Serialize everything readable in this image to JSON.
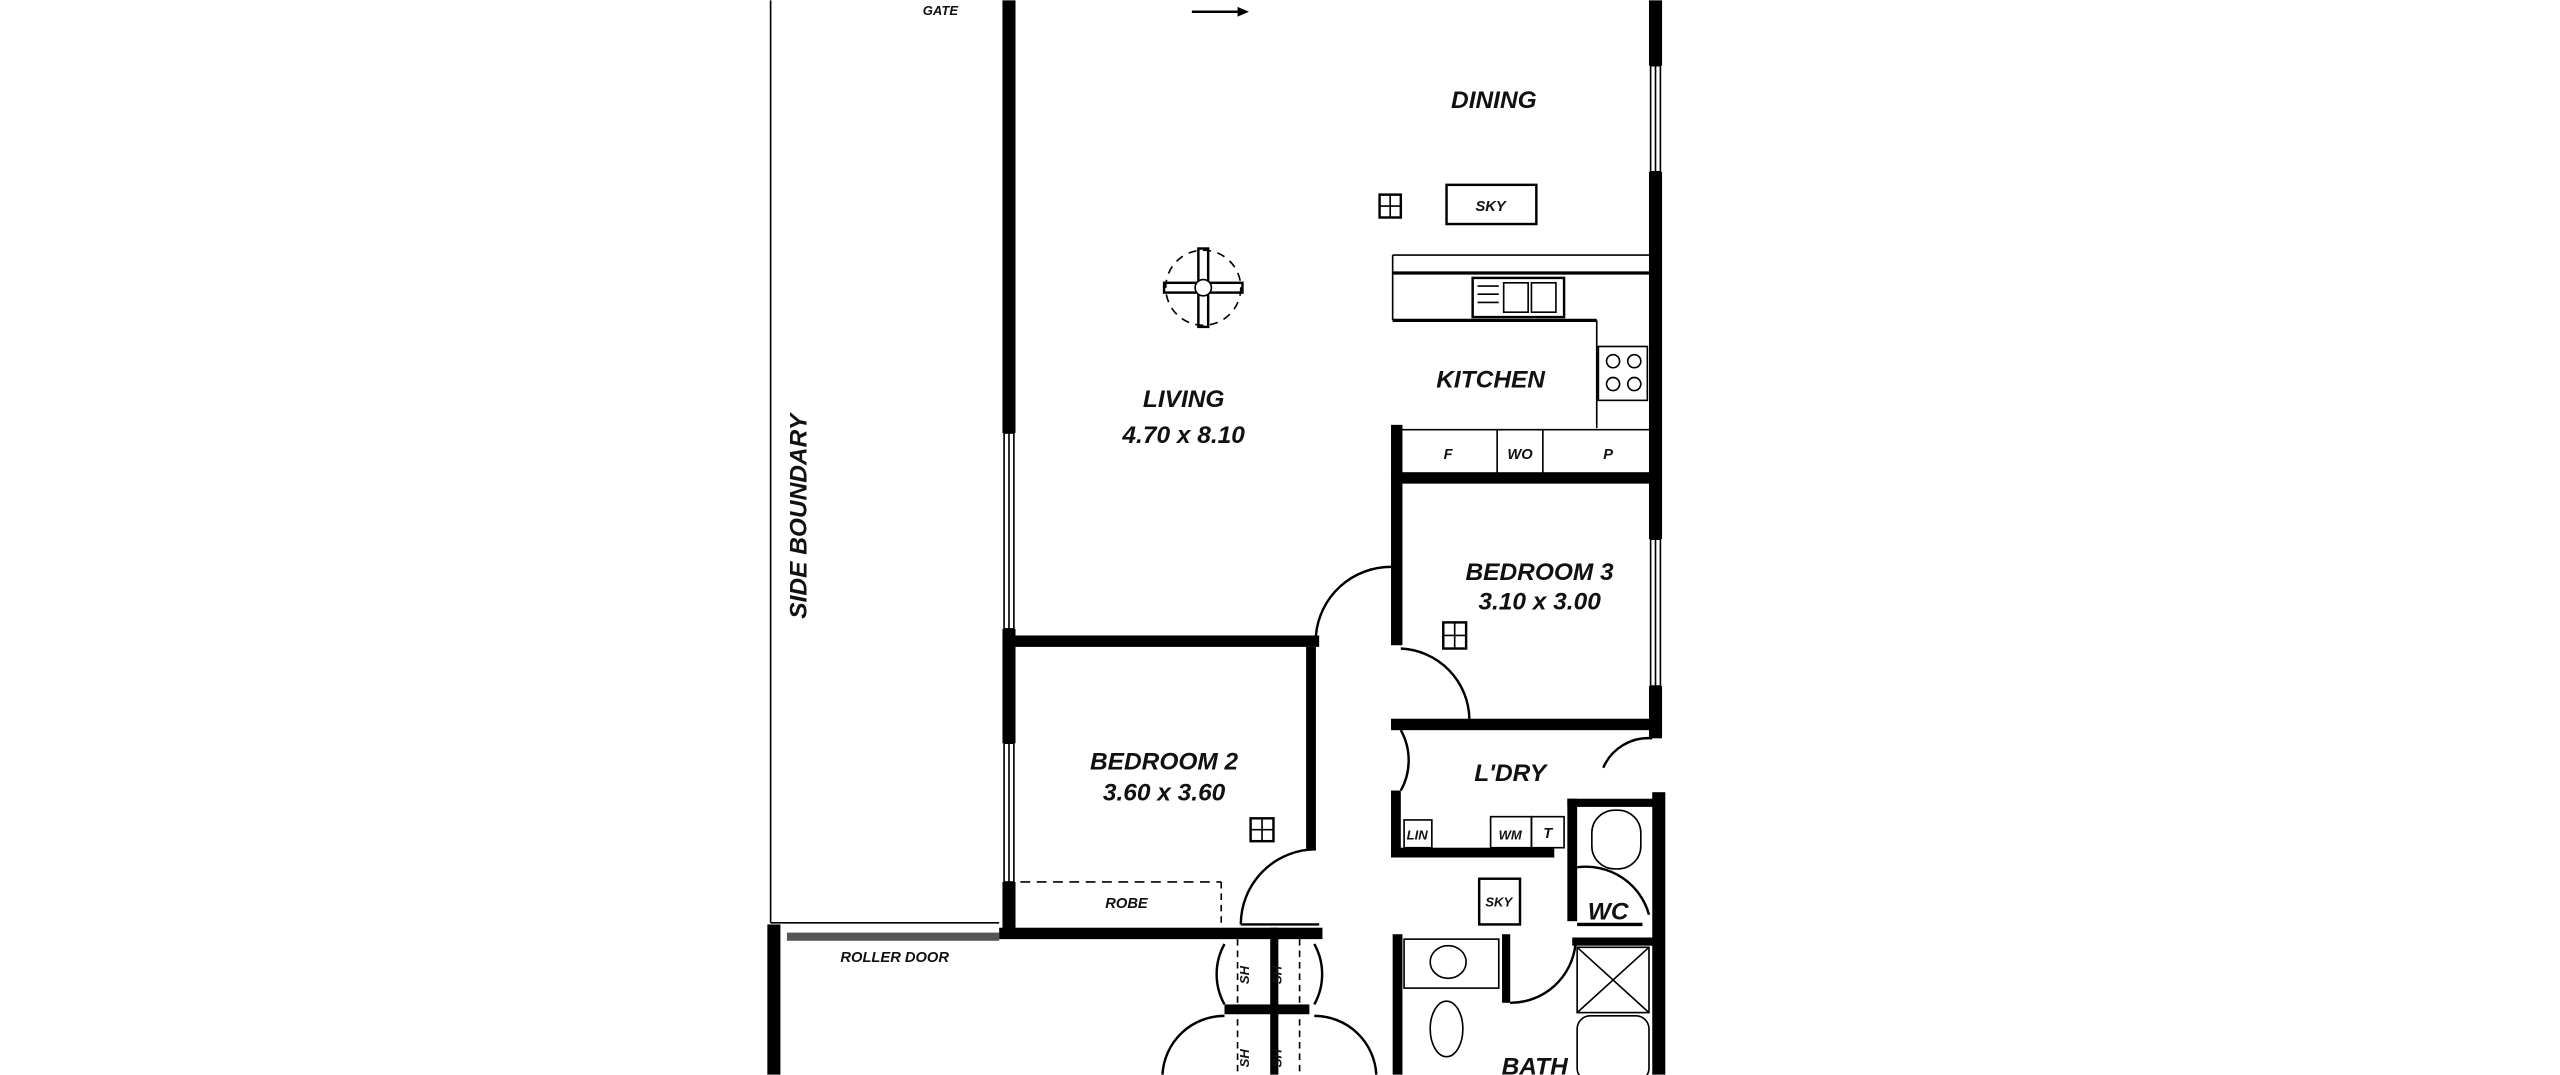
{
  "plan": {
    "labels": {
      "gate": "GATE",
      "dining": "DINING",
      "sky_dining": "SKY",
      "kitchen": "KITCHEN",
      "living": "LIVING",
      "living_size": "4.70 x 8.10",
      "fridge": "F",
      "wall_oven": "WO",
      "pantry": "P",
      "bedroom3": "BEDROOM 3",
      "bedroom3_size": "3.10 x 3.00",
      "bedroom2": "BEDROOM 2",
      "bedroom2_size": "3.60 x 3.60",
      "robe": "ROBE",
      "laundry": "L'DRY",
      "linen": "LIN",
      "washing_machine": "WM",
      "trough": "T",
      "sky_hall": "SKY",
      "wc": "WC",
      "side_boundary": "SIDE BOUNDARY",
      "roller_door": "ROLLER DOOR",
      "shelf": "SH",
      "bath": "BATH"
    }
  }
}
